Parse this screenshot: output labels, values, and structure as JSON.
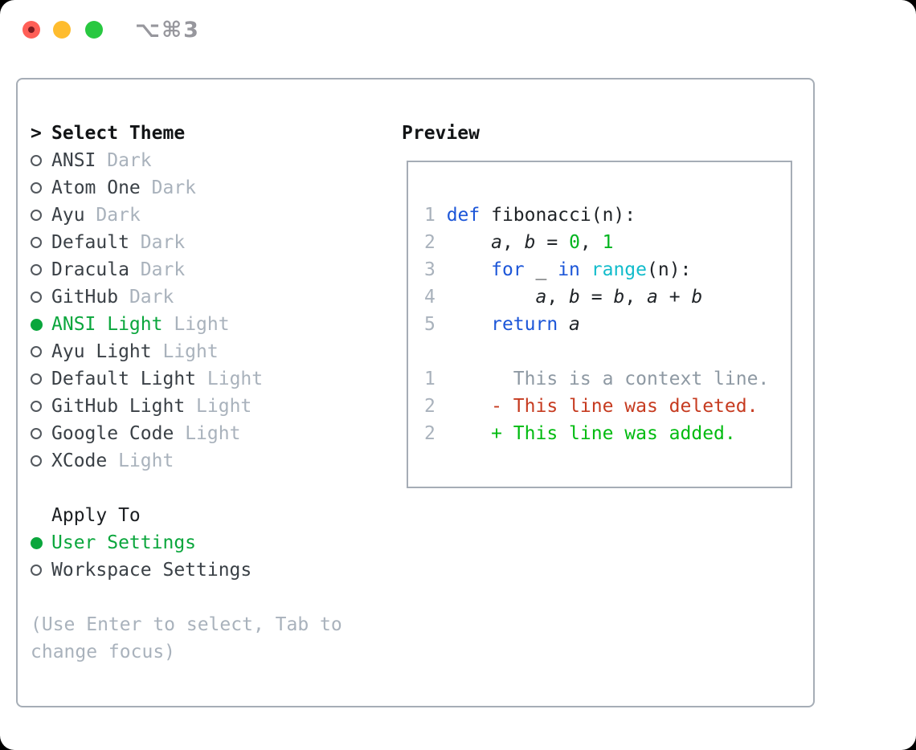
{
  "window": {
    "shortcut_label": "⌥⌘3",
    "traffic_lights": [
      "close",
      "minimize",
      "maximize"
    ]
  },
  "theme_selector": {
    "prompt": ">",
    "title": "Select Theme",
    "items": [
      {
        "label": "ANSI",
        "variant": "Dark",
        "selected": false
      },
      {
        "label": "Atom One",
        "variant": "Dark",
        "selected": false
      },
      {
        "label": "Ayu",
        "variant": "Dark",
        "selected": false
      },
      {
        "label": "Default",
        "variant": "Dark",
        "selected": false
      },
      {
        "label": "Dracula",
        "variant": "Dark",
        "selected": false
      },
      {
        "label": "GitHub",
        "variant": "Dark",
        "selected": false
      },
      {
        "label": "ANSI Light",
        "variant": "Light",
        "selected": true
      },
      {
        "label": "Ayu Light",
        "variant": "Light",
        "selected": false
      },
      {
        "label": "Default Light",
        "variant": "Light",
        "selected": false
      },
      {
        "label": "GitHub Light",
        "variant": "Light",
        "selected": false
      },
      {
        "label": "Google Code",
        "variant": "Light",
        "selected": false
      },
      {
        "label": "XCode",
        "variant": "Light",
        "selected": false
      }
    ],
    "apply_to": {
      "title": "Apply To",
      "options": [
        {
          "label": "User Settings",
          "selected": true
        },
        {
          "label": "Workspace Settings",
          "selected": false
        }
      ]
    },
    "help": [
      "(Use Enter to select, Tab to",
      "change focus)"
    ]
  },
  "preview": {
    "title": "Preview",
    "lines": [
      {
        "ln": "1",
        "kind": "code-line",
        "tokens": [
          {
            "t": "def",
            "c": "kw"
          },
          {
            "t": " fibonacci(n):",
            "c": "plain"
          }
        ]
      },
      {
        "ln": "2",
        "kind": "code-line",
        "tokens": [
          {
            "t": "    ",
            "c": "plain"
          },
          {
            "t": "a",
            "c": "var"
          },
          {
            "t": ", ",
            "c": "plain"
          },
          {
            "t": "b",
            "c": "var"
          },
          {
            "t": " = ",
            "c": "plain"
          },
          {
            "t": "0",
            "c": "num"
          },
          {
            "t": ", ",
            "c": "plain"
          },
          {
            "t": "1",
            "c": "num"
          }
        ]
      },
      {
        "ln": "3",
        "kind": "code-line",
        "tokens": [
          {
            "t": "    ",
            "c": "plain"
          },
          {
            "t": "for",
            "c": "kw"
          },
          {
            "t": " _ ",
            "c": "plain"
          },
          {
            "t": "in",
            "c": "kw"
          },
          {
            "t": " ",
            "c": "plain"
          },
          {
            "t": "range",
            "c": "builtin"
          },
          {
            "t": "(n):",
            "c": "plain"
          }
        ]
      },
      {
        "ln": "4",
        "kind": "code-line",
        "tokens": [
          {
            "t": "        ",
            "c": "plain"
          },
          {
            "t": "a",
            "c": "var"
          },
          {
            "t": ", ",
            "c": "plain"
          },
          {
            "t": "b",
            "c": "var"
          },
          {
            "t": " = ",
            "c": "plain"
          },
          {
            "t": "b",
            "c": "var"
          },
          {
            "t": ", ",
            "c": "plain"
          },
          {
            "t": "a",
            "c": "var"
          },
          {
            "t": " + ",
            "c": "plain"
          },
          {
            "t": "b",
            "c": "var"
          }
        ]
      },
      {
        "ln": "5",
        "kind": "code-line",
        "tokens": [
          {
            "t": "    ",
            "c": "plain"
          },
          {
            "t": "return",
            "c": "kw"
          },
          {
            "t": " ",
            "c": "plain"
          },
          {
            "t": "a",
            "c": "var"
          }
        ]
      },
      {
        "ln": null,
        "kind": "blank-line",
        "tokens": []
      },
      {
        "ln": "1",
        "kind": "diff-context-line",
        "tokens": [
          {
            "t": "      This is a context line.",
            "c": "ctx"
          }
        ]
      },
      {
        "ln": "2",
        "kind": "diff-deleted-line",
        "tokens": [
          {
            "t": "    - This line was deleted.",
            "c": "del"
          }
        ]
      },
      {
        "ln": "2",
        "kind": "diff-added-line",
        "tokens": [
          {
            "t": "    + This line was added.",
            "c": "add"
          }
        ]
      }
    ]
  },
  "colors": {
    "traffic_red": "#ff5f57",
    "traffic_red_dot": "#7d1b20",
    "traffic_yellow": "#febc2e",
    "traffic_green": "#28c840",
    "titlebar_text": "#97979d",
    "border": "#a6adb6",
    "heading": "#121416",
    "heading_plain": "#1c1f22",
    "item_text": "#3a4046",
    "muted": "#a9b2bc",
    "ring": "#53585e",
    "accent_green": "#0aa63c",
    "line_number": "#a9b2bc",
    "code_text": "#202428",
    "code_keyword": "#1c56d8",
    "code_builtin": "#12bccb",
    "code_number": "#00b41e",
    "diff_context": "#8e99a3",
    "diff_deleted": "#c63b20",
    "diff_added": "#00bb10"
  }
}
